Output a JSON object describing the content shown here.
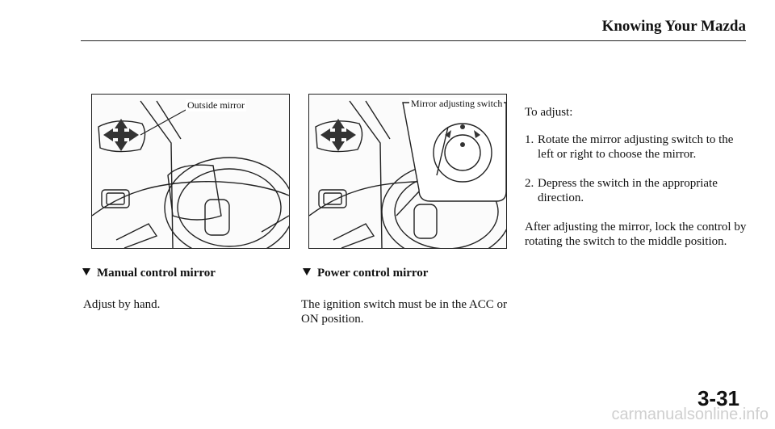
{
  "header": {
    "title": "Knowing Your Mazda"
  },
  "figures": {
    "left": {
      "callout": "Outside mirror"
    },
    "mid": {
      "callout": "Mirror adjusting switch"
    }
  },
  "captions": {
    "left": "Manual control mirror",
    "mid": "Power control mirror"
  },
  "texts": {
    "left": "Adjust by hand.",
    "mid": "The ignition switch must be in the ACC or ON position."
  },
  "right_column": {
    "intro": "To adjust:",
    "steps": [
      {
        "num": "1.",
        "text": "Rotate the mirror adjusting switch to the left or right to choose the mirror."
      },
      {
        "num": "2.",
        "text": "Depress the switch in the appropriate direction."
      }
    ],
    "after": "After adjusting the mirror, lock the control by rotating the switch to the middle position."
  },
  "page_number": "3-31",
  "footer_logo": "carmanualsonline.info"
}
